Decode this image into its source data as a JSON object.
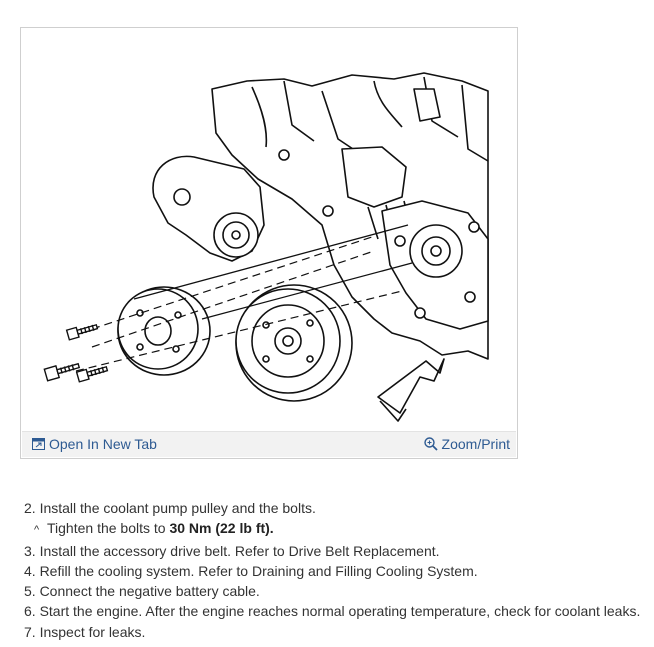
{
  "figure": {
    "open_new_tab": "Open In New Tab",
    "zoom_print": "Zoom/Print",
    "colors": {
      "link": "#2d5a92",
      "bar": "#f2f2f2",
      "line": "#111111"
    },
    "icons": [
      "open-new-tab-icon",
      "zoom-icon",
      "direction-arrow-icon"
    ]
  },
  "steps": {
    "s2": "2. Install the coolant pump pulley and the bolts.",
    "s2_sub_caret": "^",
    "s2_sub_pre": "Tighten the bolts to ",
    "s2_sub_bold": "30 Nm (22 lb ft).",
    "s3": "3. Install the accessory drive belt. Refer to Drive Belt Replacement.",
    "s4": "4. Refill the cooling system. Refer to Draining and Filling Cooling System.",
    "s5": "5. Connect the negative battery cable.",
    "s6": "6. Start the engine. After the engine reaches normal operating temperature, check for coolant leaks.",
    "s7": "7. Inspect for leaks."
  }
}
